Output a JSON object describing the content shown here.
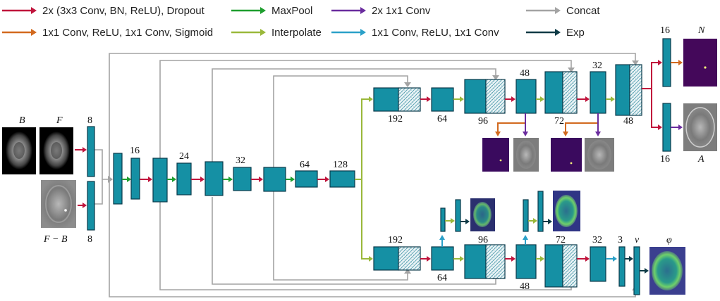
{
  "legend": {
    "conv_dropout": "2x (3x3 Conv, BN, ReLU), Dropout",
    "conv_sigmoid": "1x1 Conv, ReLU, 1x1 Conv, Sigmoid",
    "maxpool": "MaxPool",
    "interpolate": "Interpolate",
    "conv1x1_2x": "2x 1x1 Conv",
    "conv_relu_conv": "1x1 Conv, ReLU, 1x1 Conv",
    "concat": "Concat",
    "exp": "Exp"
  },
  "colors": {
    "conv_dropout": "#c0143c",
    "conv_sigmoid": "#d2691e",
    "maxpool": "#1e9e2e",
    "interpolate": "#9ab83a",
    "conv1x1_2x": "#6a2c9e",
    "conv_relu_conv": "#2aa0c8",
    "concat": "#a3a3a3",
    "exp": "#0e3a46",
    "block": "#1590a4"
  },
  "inputs": {
    "b": "B",
    "f": "F",
    "fb": "F − B"
  },
  "encoder": {
    "in_top": "8",
    "in_bottom": "8",
    "c16": "16",
    "c24": "24",
    "c32": "32",
    "c64": "64",
    "c128": "128"
  },
  "upper_decoder": {
    "d192": "192",
    "d64": "64",
    "d96": "96",
    "d48": "48",
    "d72": "72",
    "d32": "32",
    "d48b": "48",
    "out_top": "16",
    "out_bottom": "16",
    "n_label": "N",
    "a_label": "A"
  },
  "lower_decoder": {
    "d192": "192",
    "d64": "64",
    "d96": "96",
    "d48": "48",
    "d72": "72",
    "d32": "32",
    "d3": "3",
    "v_label": "v",
    "phi_label": "φ"
  }
}
